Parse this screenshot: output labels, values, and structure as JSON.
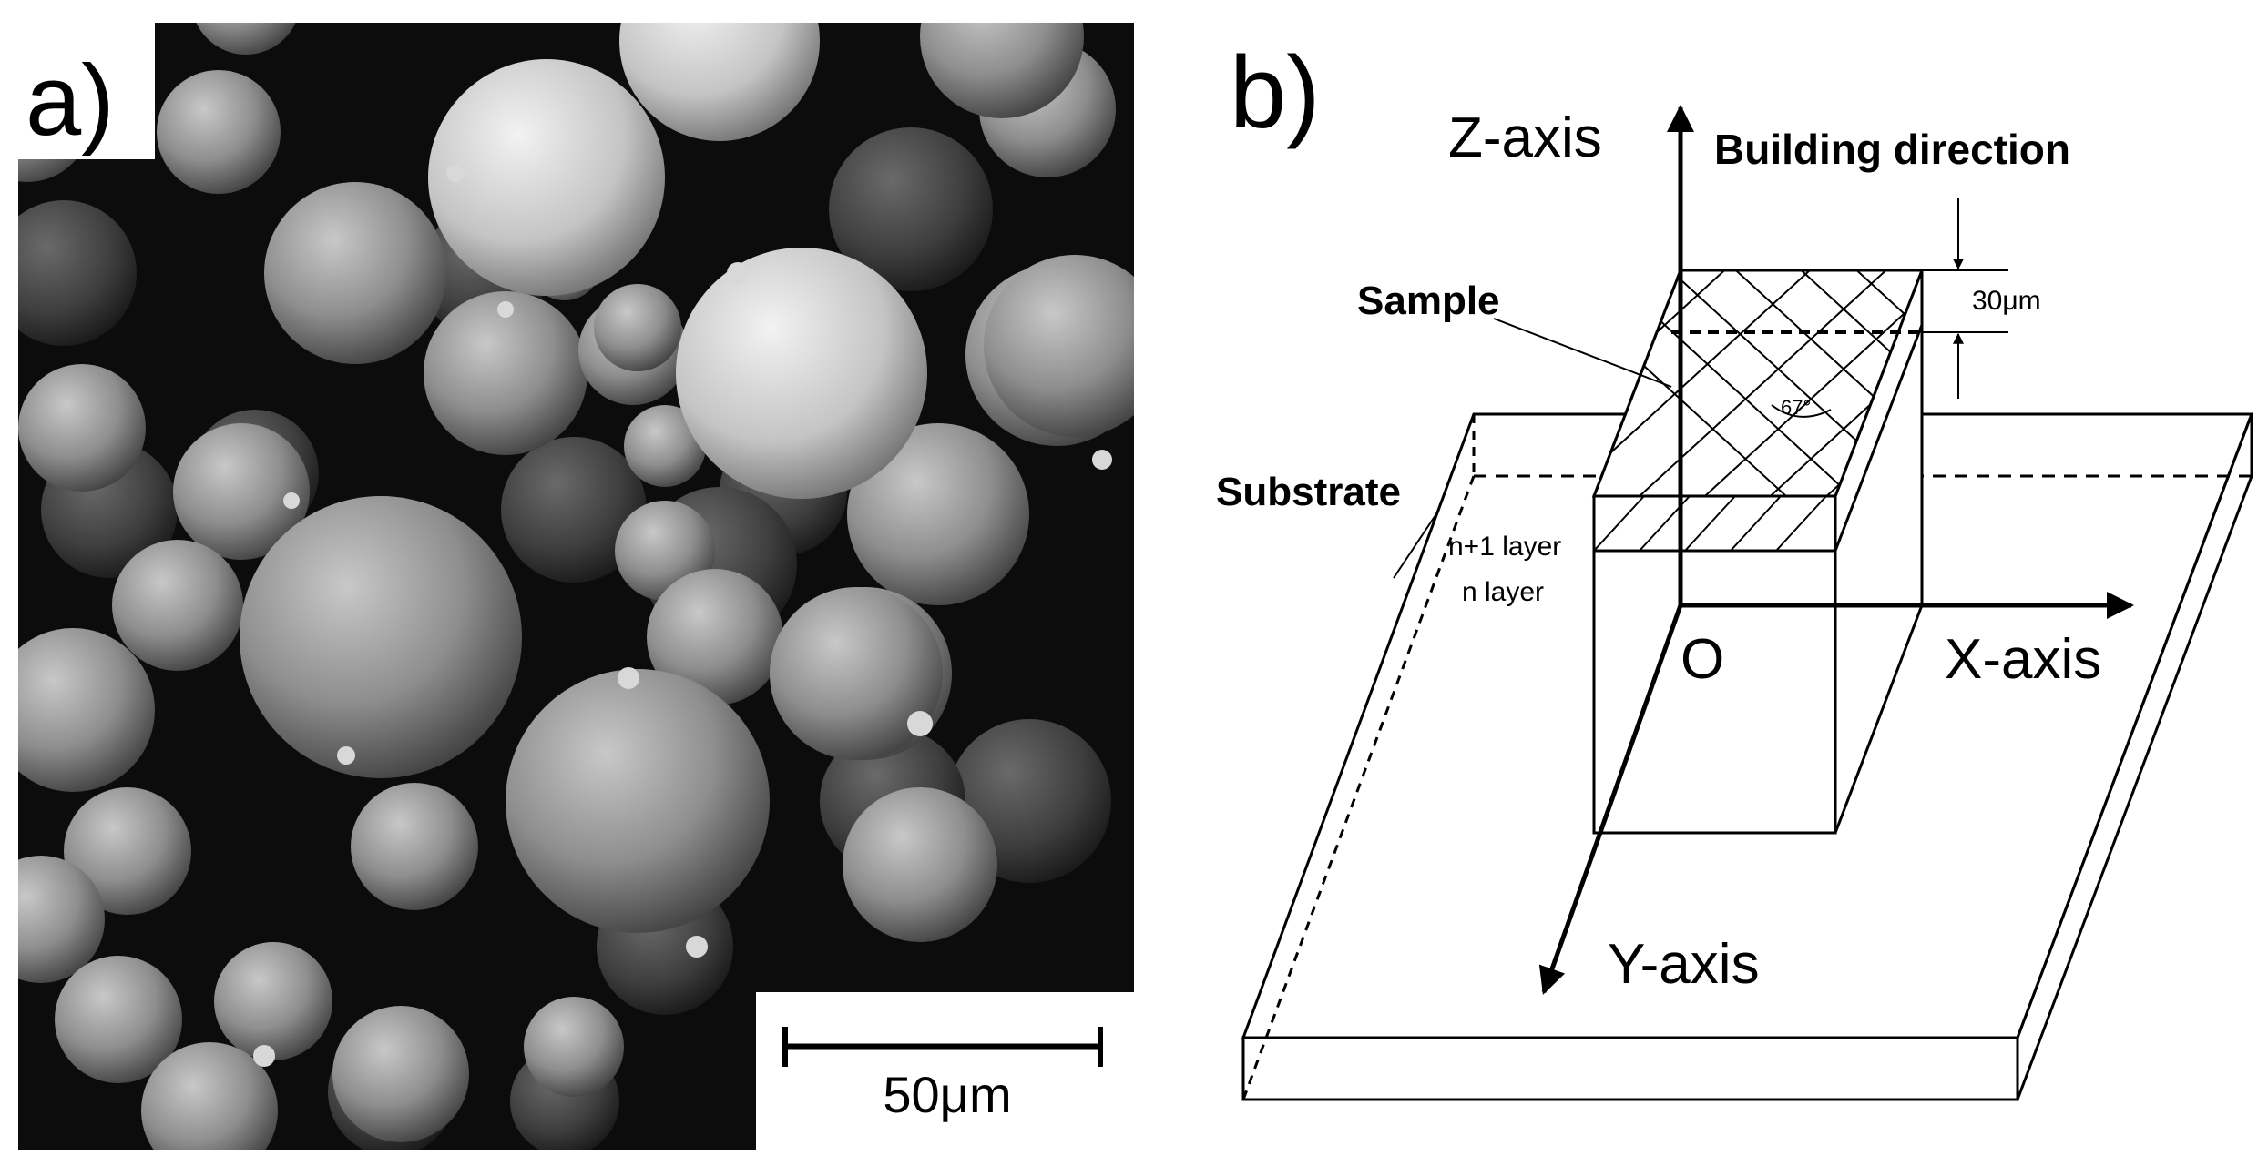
{
  "panel_a": {
    "label": "a)",
    "scale_bar_label": "50μm"
  },
  "panel_b": {
    "label": "b)",
    "z_axis": "Z-axis",
    "x_axis": "X-axis",
    "y_axis": "Y-axis",
    "origin": "O",
    "building_direction": "Building direction",
    "sample": "Sample",
    "substrate": "Substrate",
    "layer_thickness": "30μm",
    "layer_upper": "n+1 layer",
    "layer_lower": "n layer",
    "scan_angle": "67°"
  }
}
